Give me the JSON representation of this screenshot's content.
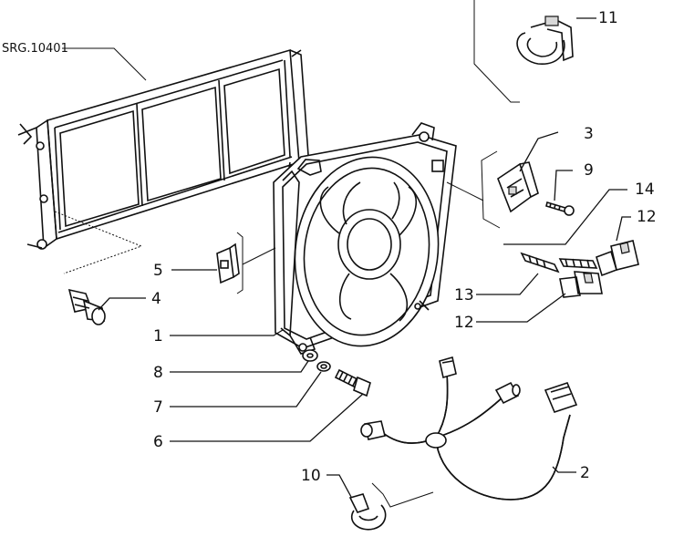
{
  "diagram": {
    "reference_code": "SRG.10401",
    "callouts": {
      "fan_assembly": "1",
      "wiring_harness": "2",
      "resistor": "3",
      "temperature_switch": "4",
      "bracket": "5",
      "screw": "6",
      "washer": "7",
      "spacer": "8",
      "small_screw": "9",
      "harness_clip": "10",
      "hose_clip": "11",
      "terminal_upper": "12",
      "terminal_lower": "12",
      "connector_13": "13",
      "connector_14": "14"
    }
  }
}
